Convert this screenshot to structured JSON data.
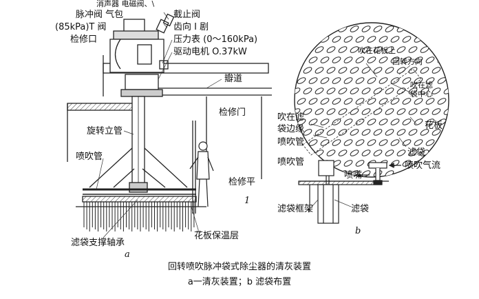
{
  "figure": {
    "caption_title": "回转喷吹脉冲袋式除尘器的清灰装置",
    "caption_sub": "a一清灰装置；b 滤袋布置"
  },
  "panel_a": {
    "tag": "a",
    "marker": "1",
    "labels": {
      "top_cut": "消声器 电磁阀、\\",
      "pulse_valve": "脉冲阀 气包",
      "pressure_t_valve": "(85kPa)T 阀",
      "inspection_port": "检修口",
      "stop_valve": "截止阀",
      "gear": "齿向 I 剧",
      "pressure_gauge": "压力表 (0～160kPa)",
      "motor": "驱动电机 O.37kW",
      "flue": "瓣道",
      "inspection_door": "检修门",
      "rotary_pipe": "旋转立管",
      "spray_pipe": "喷吹管",
      "inspection_platform": "检修平",
      "tubesheet_insulation": "花板保温层",
      "bag_bearing": "滤袋支撑轴承"
    }
  },
  "panel_b": {
    "tag": "b",
    "labels": {
      "blow_on_plate": "吹在花板上",
      "rotation_dir": "回转方向",
      "blow_center": "吹在滤",
      "blow_center2": "袋中心",
      "blow_edge": "吹在滤",
      "blow_edge2": "袋边缘",
      "spray_pipe1": "喷吹管",
      "tubesheet": "花板",
      "filter_bag1": "滤袋",
      "spray_pipe2": "喷吹管",
      "blow_airflow": "喷吹气流",
      "nozzle": "喷嘴",
      "bag_frame": "滤袋框架",
      "filter_bag2": "滤袋"
    }
  }
}
